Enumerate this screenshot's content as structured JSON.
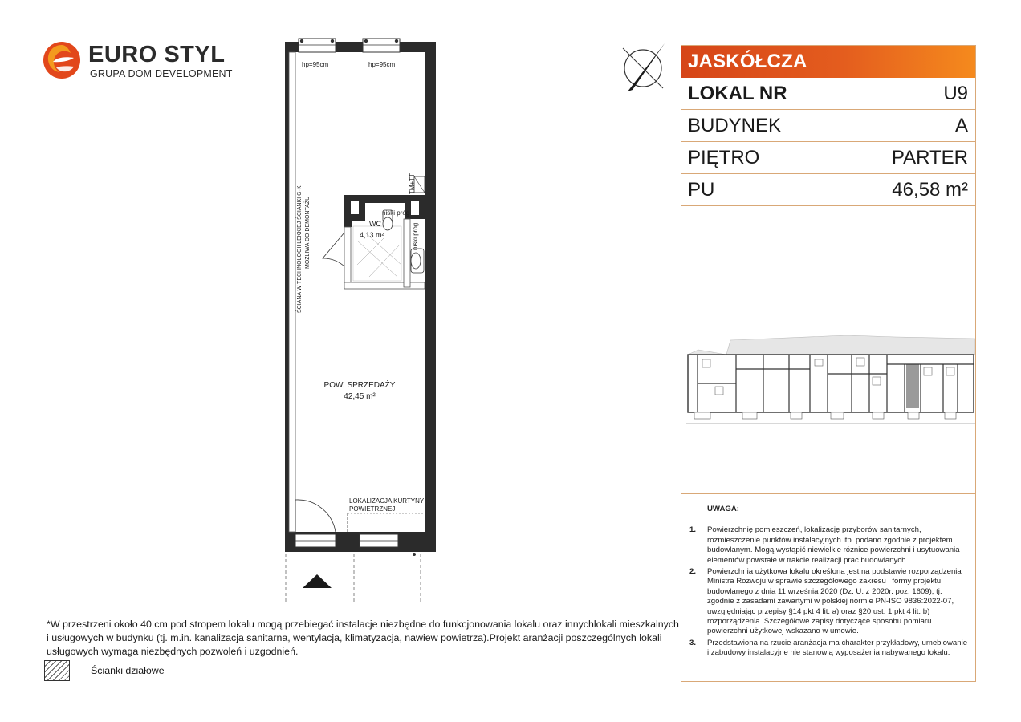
{
  "brand": {
    "name": "EURO STYL",
    "subtitle": "GRUPA DOM DEVELOPMENT",
    "color_primary": "#e2471b",
    "color_secondary": "#f39a1e"
  },
  "plan": {
    "window_labels": [
      "hp=95cm",
      "hp=95cm"
    ],
    "wall_note_1": "ŚCIANA W TECHNOLOGII LEKKIEJ ŚCIANKI G-K",
    "wall_note_2": "MOŻLIWA DO DEMONTAŻU",
    "install_label": "TM+TT",
    "wc_name": "WC",
    "wc_area": "4,13 m²",
    "threshold_1": "niski próg",
    "threshold_2": "niski próg",
    "sales_name": "POW. SPRZEDAŻY",
    "sales_area": "42,45 m²",
    "curtain_line1": "LOKALIZACJA KURTYNY",
    "curtain_line2": "POWIETRZNEJ",
    "entrance_icon": "entrance-arrow-icon"
  },
  "compass_icon": "north-arrow-icon",
  "info": {
    "header": "JASKÓŁCZA",
    "rows": [
      {
        "label": "LOKAL NR",
        "value": "U9"
      },
      {
        "label": "BUDYNEK",
        "value": "A"
      },
      {
        "label": "PIĘTRO",
        "value": "PARTER"
      },
      {
        "label": "PU",
        "value": "46,58 m²"
      }
    ],
    "header_color": "#e2471b",
    "border_color": "#d9a877",
    "highlight_color": "#9a9a9a"
  },
  "notes": {
    "title": "UWAGA:",
    "items": [
      {
        "num": "1.",
        "text": "Powierzchnię pomieszczeń, lokalizację przyborów sanitarnych, rozmieszczenie punktów instalacyjnych itp. podano zgodnie z projektem budowlanym. Mogą wystąpić niewielkie różnice powierzchni i usytuowania elementów powstałe w trakcie realizacji prac budowlanych."
      },
      {
        "num": "2.",
        "text": "Powierzchnia użytkowa lokalu określona jest na podstawie rozporządzenia Ministra Rozwoju w sprawie szczegółowego zakresu i formy projektu budowlanego z dnia 11 września 2020 (Dz. U. z 2020r. poz. 1609), tj. zgodnie z zasadami zawartymi w polskiej normie PN-ISO 9836:2022-07, uwzględniając przepisy §14 pkt 4 lit. a) oraz §20 ust. 1 pkt 4 lit. b) rozporządzenia. Szczegółowe zapisy dotyczące sposobu pomiaru powierzchni użytkowej wskazano w umowie."
      },
      {
        "num": "3.",
        "text": "Przedstawiona na rzucie aranżacja ma charakter przykładowy, umeblowanie i zabudowy instalacyjne nie stanowią wyposażenia nabywanego lokalu."
      }
    ]
  },
  "footnote": "*W przestrzeni około 40 cm pod stropem lokalu mogą przebiegać instalacje niezbędne do funkcjonowania lokalu oraz innychlokali mieszkalnych i usługowych w budynku (tj. m.in. kanalizacja sanitarna, wentylacja, klimatyzacja, nawiew powietrza).Projekt aranżacji poszczególnych lokali usługowych wymaga niezbędnych pozwoleń i uzgodnień.",
  "legend": {
    "label": "Ścianki działowe",
    "icon": "hatch-pattern-icon"
  }
}
